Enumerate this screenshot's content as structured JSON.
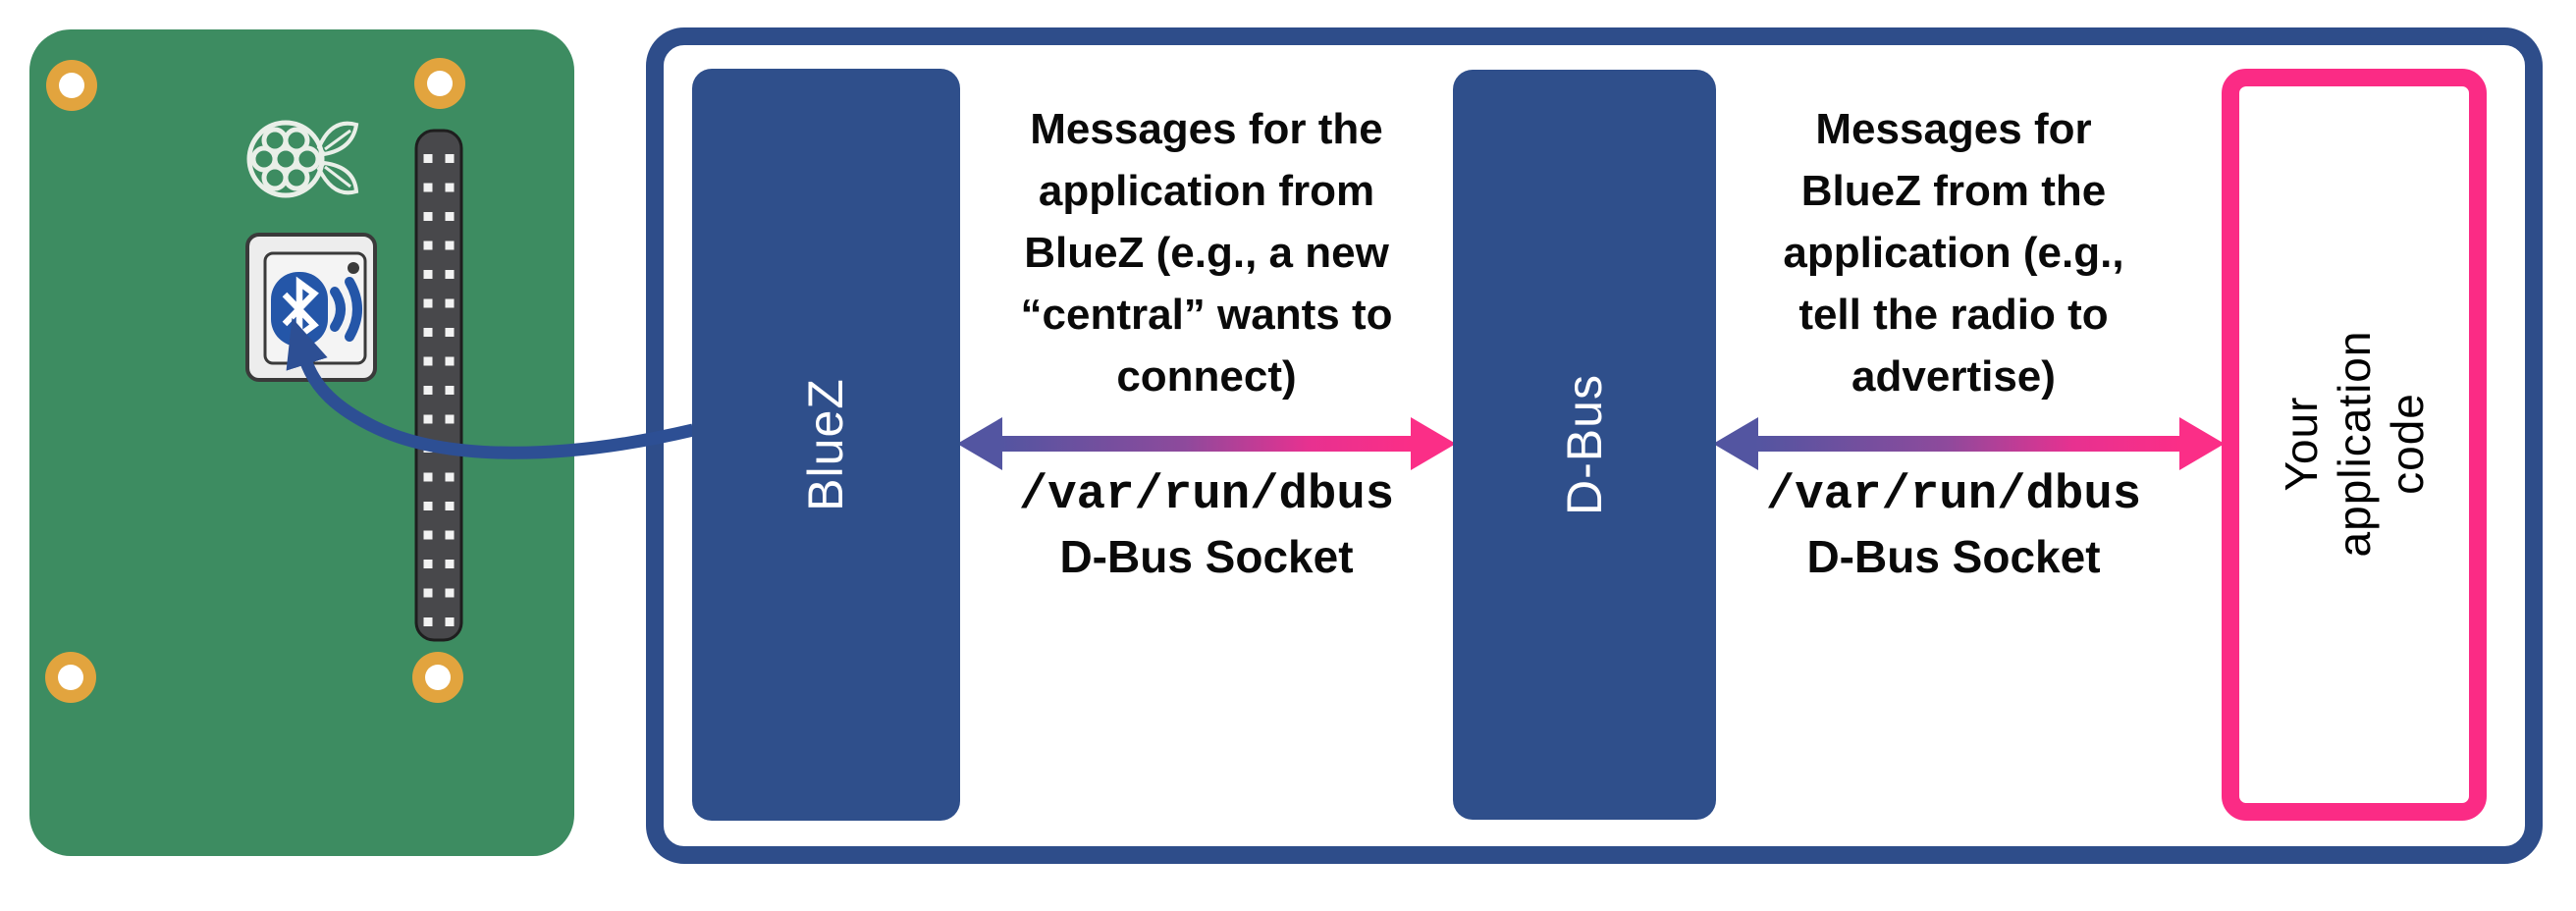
{
  "title": "BlueZ / D-Bus / application communication diagram on Raspberry Pi",
  "board": {
    "description": "Raspberry Pi board with onboard Bluetooth radio",
    "colors": {
      "pcb_green": "#3d8c61",
      "mounting_hole_gold": "#e2a43e",
      "bluetooth_blue": "#2456a8",
      "gpio_header_gray": "#48484b"
    }
  },
  "system": {
    "outline_color": "#2e4d8a"
  },
  "nodes": {
    "bluez": {
      "label": "BlueZ",
      "fill": "#2f4f8b",
      "text_color": "#ffffff"
    },
    "dbus": {
      "label": "D-Bus",
      "fill": "#2f4f8b",
      "text_color": "#ffffff"
    },
    "app": {
      "label": "Your application\ncode",
      "border_color": "#fb2b85",
      "text_color": "#000000"
    }
  },
  "links": {
    "bluez_dbus": {
      "annotation": "Messages for the\napplication from\nBlueZ (e.g., a new\n“central” wants to\nconnect)",
      "socket_path": "/var/run/dbus",
      "socket_label": "D-Bus Socket"
    },
    "dbus_app": {
      "annotation": "Messages for\nBlueZ from the\napplication (e.g.,\ntell the radio to\nadvertise)",
      "socket_path": "/var/run/dbus",
      "socket_label": "D-Bus Socket"
    },
    "arrow_gradient": {
      "left_purple": "#5355a1",
      "right_pink": "#fb2e87"
    },
    "radio_arrow_color": "#2d4f94"
  }
}
